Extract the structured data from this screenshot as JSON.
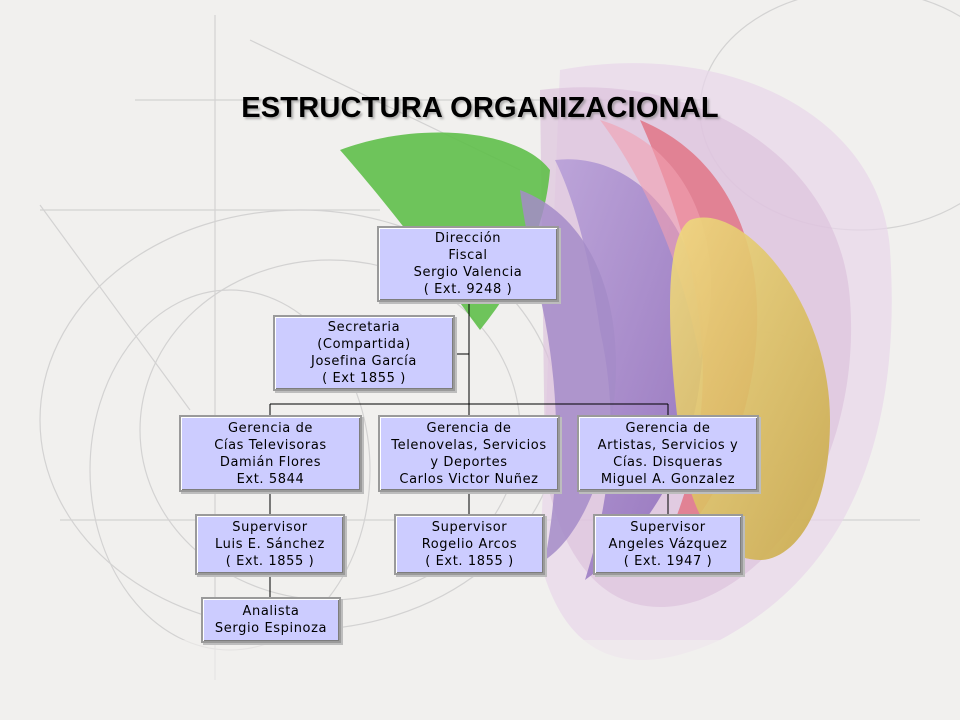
{
  "slide": {
    "title": "ESTRUCTURA ORGANIZACIONAL"
  },
  "colors": {
    "node_fill": "#ccccff",
    "node_border": "#9a9a9a",
    "connector": "#000000"
  },
  "org_chart": {
    "direccion": "Dirección\nFiscal\nSergio Valencia\n( Ext. 9248 )",
    "secretaria": "Secretaria\n(Compartida)\nJosefina García\n( Ext 1855 )",
    "gerencias": [
      {
        "label": "Gerencia de\nCías Televisoras\nDamián Flores\nExt. 5844",
        "supervisor": "Supervisor\nLuis E. Sánchez\n( Ext. 1855 )",
        "analista": "Analista\nSergio Espinoza"
      },
      {
        "label": "Gerencia de\nTelenovelas, Servicios\ny Deportes\nCarlos Victor Nuñez",
        "supervisor": "Supervisor\nRogelio Arcos\n( Ext. 1855 )"
      },
      {
        "label": "Gerencia de\nArtistas, Servicios y\nCías. Disqueras\nMiguel A. Gonzalez",
        "supervisor": "Supervisor\nAngeles Vázquez\n( Ext. 1947 )"
      }
    ]
  }
}
